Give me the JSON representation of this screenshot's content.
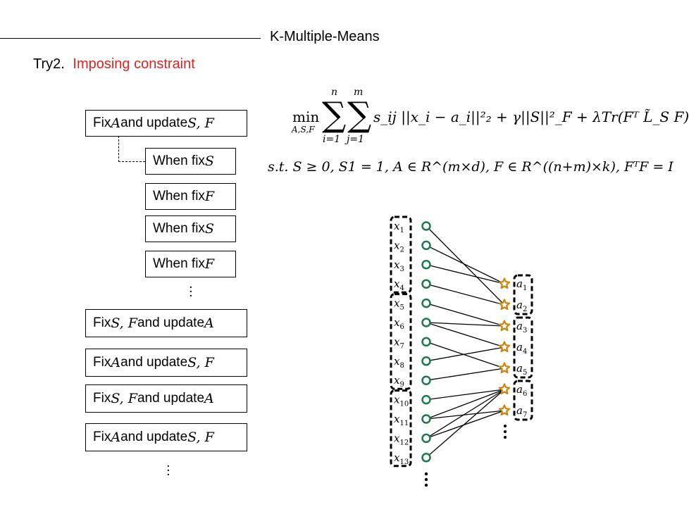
{
  "slide": {
    "title": "K-Multiple-Means",
    "subtitle_prefix": "Try2.",
    "subtitle_highlight": "Imposing constraint"
  },
  "steps": [
    {
      "text": "Fix ",
      "var1": "A",
      "mid": " and update ",
      "var2": "S, F"
    },
    {
      "text": "When fix ",
      "var1": "S"
    },
    {
      "text": "When fix ",
      "var1": "F"
    },
    {
      "text": "When fix ",
      "var1": "S"
    },
    {
      "text": "When fix ",
      "var1": "F"
    },
    {
      "text": "Fix ",
      "var1": "S, F",
      "mid": "  and update ",
      "var2": "A"
    },
    {
      "text": "Fix ",
      "var1": "A",
      "mid": " and update ",
      "var2": "S, F"
    },
    {
      "text": "Fix ",
      "var1": "S, F",
      "mid": "  and update ",
      "var2": "A"
    },
    {
      "text": "Fix ",
      "var1": "A",
      "mid": " and update ",
      "var2": "S, F"
    }
  ],
  "formula": {
    "min_label": "min",
    "min_sub": "A,S,F",
    "sum1_top": "n",
    "sum1_bottom": "i=1",
    "sum2_top": "m",
    "sum2_bottom": "j=1",
    "objective": "s_ij ||x_i − a_i||²₂ + γ||S||²_F + λTr(Fᵀ L̃_S F)",
    "constraints": "s.t.  S ≥ 0,  S1 = 1,  A ∈ R^(m×d), F ∈ R^((n+m)×k), FᵀF = I"
  },
  "graph": {
    "samples": [
      "x1",
      "x2",
      "x3",
      "x4",
      "x5",
      "x6",
      "x7",
      "x8",
      "x9",
      "x10",
      "x11",
      "x12",
      "x13"
    ],
    "anchors": [
      "a1",
      "a2",
      "a3",
      "a4",
      "a5",
      "a6",
      "a7"
    ],
    "sample_groups": [
      [
        1,
        4
      ],
      [
        5,
        9
      ],
      [
        10,
        13
      ]
    ],
    "anchor_groups": [
      [
        1,
        2
      ],
      [
        3,
        5
      ],
      [
        6,
        7
      ]
    ],
    "edges": [
      [
        1,
        2
      ],
      [
        2,
        1
      ],
      [
        3,
        1
      ],
      [
        4,
        2
      ],
      [
        5,
        3
      ],
      [
        6,
        3
      ],
      [
        6,
        4
      ],
      [
        7,
        5
      ],
      [
        8,
        4
      ],
      [
        9,
        5
      ],
      [
        10,
        6
      ],
      [
        11,
        6
      ],
      [
        11,
        7
      ],
      [
        12,
        6
      ],
      [
        12,
        7
      ],
      [
        13,
        6
      ]
    ],
    "colors": {
      "sample_node": "#1e7a4c",
      "anchor_node": "#c8860c"
    }
  }
}
